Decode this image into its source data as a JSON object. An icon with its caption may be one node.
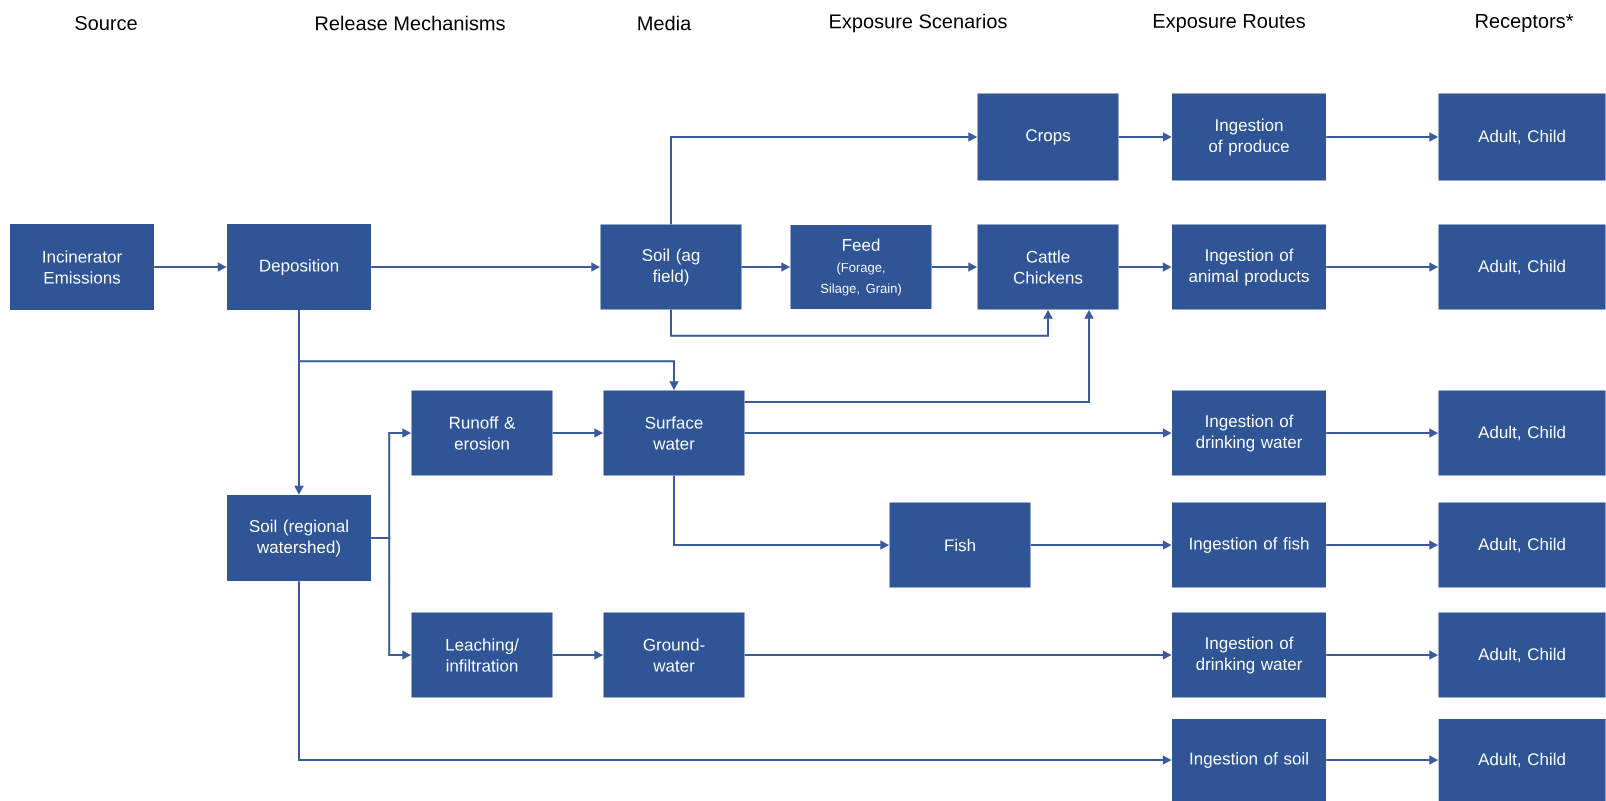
{
  "diagram": {
    "nodes": [
      {
        "text": [
          "Incinerator Emissions"
        ]
      },
      {
        "text": [
          "Deposition"
        ]
      },
      {
        "text": [
          "Soil (ag field)"
        ]
      },
      {
        "text": [
          "Feed",
          "(Forage, Silage, Grain)"
        ]
      },
      {
        "text": [
          "Crops"
        ]
      },
      {
        "text": [
          "Cattle Chickens"
        ]
      },
      {
        "text": [
          "Ingestion of produce"
        ]
      },
      {
        "text": [
          "Adult, Child"
        ]
      },
      {
        "text": [
          "Ingestion of animal products"
        ]
      },
      {
        "text": [
          "Adult, Child"
        ]
      },
      {
        "text": [
          "Soil (regional watershed)"
        ]
      },
      {
        "text": [
          "Runoff & erosion"
        ]
      },
      {
        "text": [
          "Surface water"
        ]
      },
      {
        "text": [
          "Ingestion of drinking water"
        ]
      },
      {
        "text": [
          "Adult, Child"
        ]
      },
      {
        "text": [
          "Fish"
        ]
      },
      {
        "text": [
          "Ingestion of fish"
        ]
      },
      {
        "text": [
          "Adult, Child"
        ]
      },
      {
        "text": [
          "Leaching/ infiltration"
        ]
      },
      {
        "text": [
          "Ground-water"
        ]
      },
      {
        "text": [
          "Ingestion of drinking water"
        ]
      },
      {
        "text": [
          "Adult, Child"
        ]
      },
      {
        "text": [
          "Ingestion of soil"
        ]
      },
      {
        "text": [
          "Adult, Child"
        ]
      }
    ],
    "edges": [
      {
        "from": 0,
        "to": 1,
        "arrow": "to"
      },
      {
        "from": 1,
        "to": 2,
        "arrow": "to"
      },
      {
        "from": 2,
        "to": 4,
        "arrow": "to"
      },
      {
        "from": 2,
        "to": 3,
        "arrow": "to"
      },
      {
        "from": 3,
        "to": 5,
        "arrow": "to"
      },
      {
        "from": 2,
        "to": 5,
        "arrow": "to"
      },
      {
        "from": 12,
        "to": 5,
        "arrow": "to"
      },
      {
        "from": 4,
        "to": 6,
        "arrow": "to"
      },
      {
        "from": 6,
        "to": 7,
        "arrow": "to"
      },
      {
        "from": 5,
        "to": 8,
        "arrow": "to"
      },
      {
        "from": 8,
        "to": 9,
        "arrow": "to"
      },
      {
        "from": 1,
        "to": 12,
        "arrow": "to"
      },
      {
        "from": 1,
        "to": 10,
        "arrow": "to"
      },
      {
        "from": 10,
        "to": 11,
        "arrow": "to"
      },
      {
        "from": 10,
        "to": 18,
        "arrow": "to"
      },
      {
        "from": 11,
        "to": 12,
        "arrow": "to"
      },
      {
        "from": 12,
        "to": 13,
        "arrow": "to"
      },
      {
        "from": 13,
        "to": 14,
        "arrow": "to"
      },
      {
        "from": 12,
        "to": 15,
        "arrow": "to"
      },
      {
        "from": 15,
        "to": 16,
        "arrow": "to"
      },
      {
        "from": 16,
        "to": 17,
        "arrow": "to"
      },
      {
        "from": 18,
        "to": 19,
        "arrow": "to"
      },
      {
        "from": 19,
        "to": 20,
        "arrow": "to"
      },
      {
        "from": 20,
        "to": 21,
        "arrow": "to"
      },
      {
        "from": 10,
        "to": 22,
        "arrow": "to"
      },
      {
        "from": 22,
        "to": 23,
        "arrow": "to"
      }
    ],
    "labels": [
      "Source",
      "Release Mechanisms",
      "Media",
      "Exposure Scenarios",
      "Exposure Routes",
      "Receptors*"
    ]
  }
}
